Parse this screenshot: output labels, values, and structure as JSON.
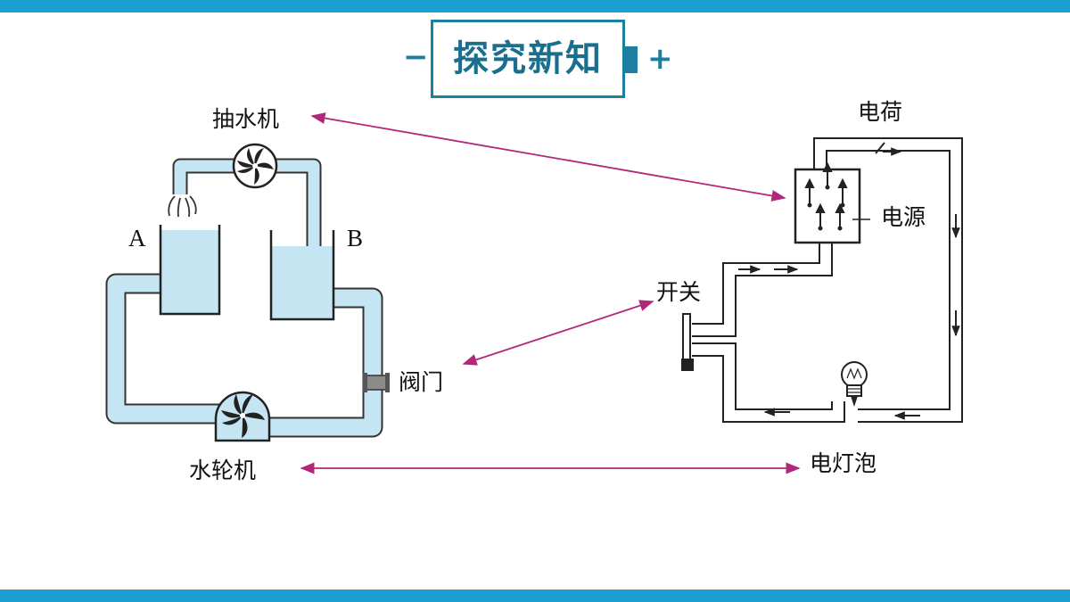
{
  "header": {
    "title": "探究新知",
    "minus": "−",
    "plus": "+"
  },
  "colors": {
    "accent": "#1a9fd0",
    "pipe": "#c5e5f2",
    "water": "#c5e5f2",
    "arrow": "#b0287a"
  },
  "water_circuit": {
    "pump_label": "抽水机",
    "tank_a_label": "A",
    "tank_b_label": "B",
    "valve_label": "阀门",
    "turbine_label": "水轮机"
  },
  "electric_circuit": {
    "charge_label": "电荷",
    "source_label": "电源",
    "switch_label": "开关",
    "bulb_label": "电灯泡"
  }
}
